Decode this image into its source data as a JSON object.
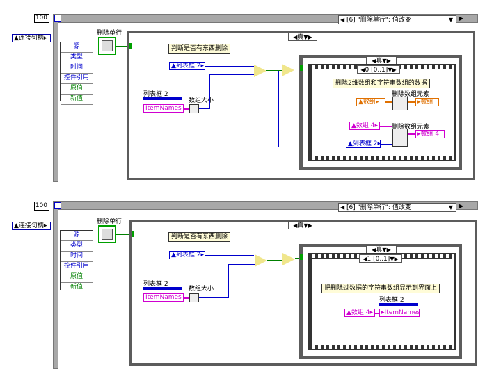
{
  "panels": [
    {
      "num_value": "100",
      "event_label": "[6] \"删除单行\": 值改变",
      "conn_label": "连接句柄",
      "event_items": [
        "源",
        "类型",
        "时间",
        "控件引用",
        "原值",
        "新值"
      ],
      "delete_row_label": "删除单行",
      "case_label": "真",
      "comment1": "判断是否有东西删除",
      "listbox_label": "列表框 2",
      "listbox_ref_label": "列表框 2",
      "itemnames": "ItemNames",
      "array_size_label": "数组大小",
      "inner_case_label": "真",
      "inner_selector": "0 [0..1]",
      "comment2": "删除2维数组和字符串数组的数据",
      "delete_elem_label1": "删除数组元素",
      "delete_elem_label2": "删除数组元素",
      "array_label": "数组",
      "array_out_label": "数组",
      "array4_label": "数组 4",
      "array4_out_label": "数组 4",
      "listbox_ref2_label": "列表框 2"
    },
    {
      "num_value": "100",
      "event_label": "[6] \"删除单行\": 值改变",
      "conn_label": "连接句柄",
      "event_items": [
        "源",
        "类型",
        "时间",
        "控件引用",
        "原值",
        "新值"
      ],
      "delete_row_label": "删除单行",
      "case_label": "真",
      "comment1": "判断是否有东西删除",
      "listbox_label": "列表框 2",
      "listbox_ref_label": "列表框 2",
      "itemnames": "ItemNames",
      "array_size_label": "数组大小",
      "inner_case_label": "真",
      "inner_selector": "1 [0..1]",
      "comment2": "把删除过数据的字符串数组显示到界面上",
      "listbox_box_label": "列表框 2",
      "array4_label": "数组 4",
      "itemnames_out": "ItemNames"
    }
  ]
}
